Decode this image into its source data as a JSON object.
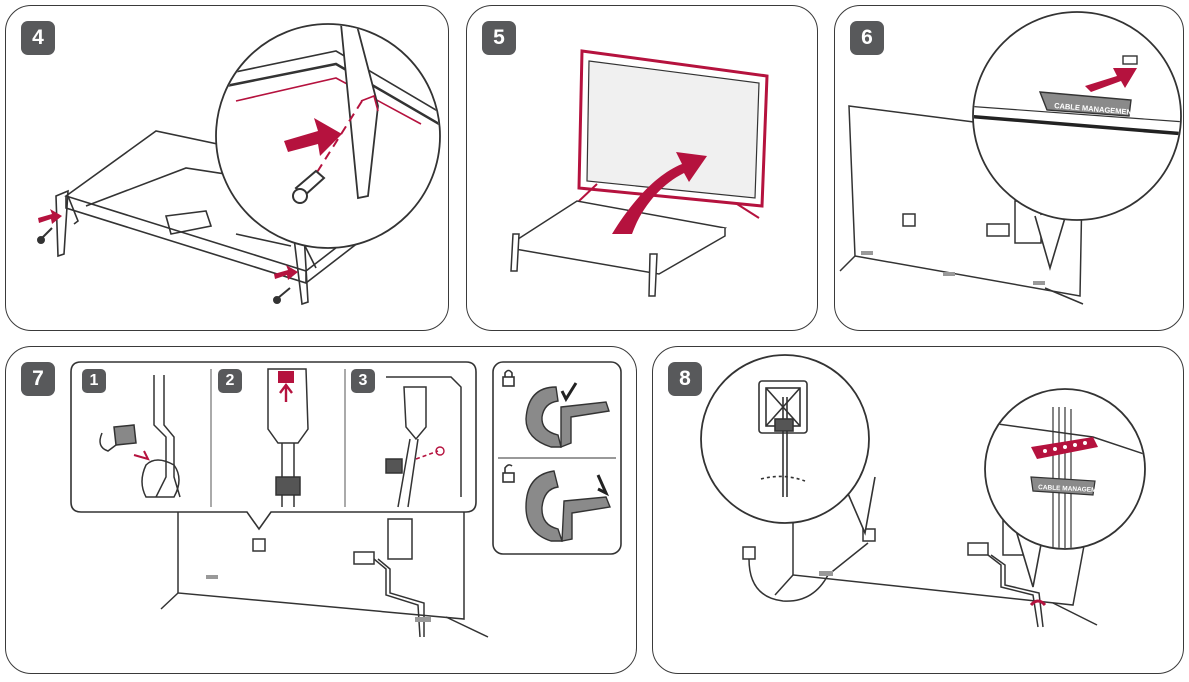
{
  "steps": {
    "s4": {
      "number": "4"
    },
    "s5": {
      "number": "5"
    },
    "s6": {
      "number": "6",
      "cable_label": "CABLE MANAGEMENT"
    },
    "s7": {
      "number": "7",
      "sub1": "1",
      "sub2": "2",
      "sub3": "3"
    },
    "s8": {
      "number": "8",
      "cable_label": "CABLE MANAGEMENT"
    }
  },
  "colors": {
    "accent": "#b5123e",
    "outline": "#3a3a3a",
    "badge": "#58595b",
    "clip_gray": "#8a8a8a"
  },
  "icons": [
    "lock-icon",
    "unlock-icon"
  ]
}
